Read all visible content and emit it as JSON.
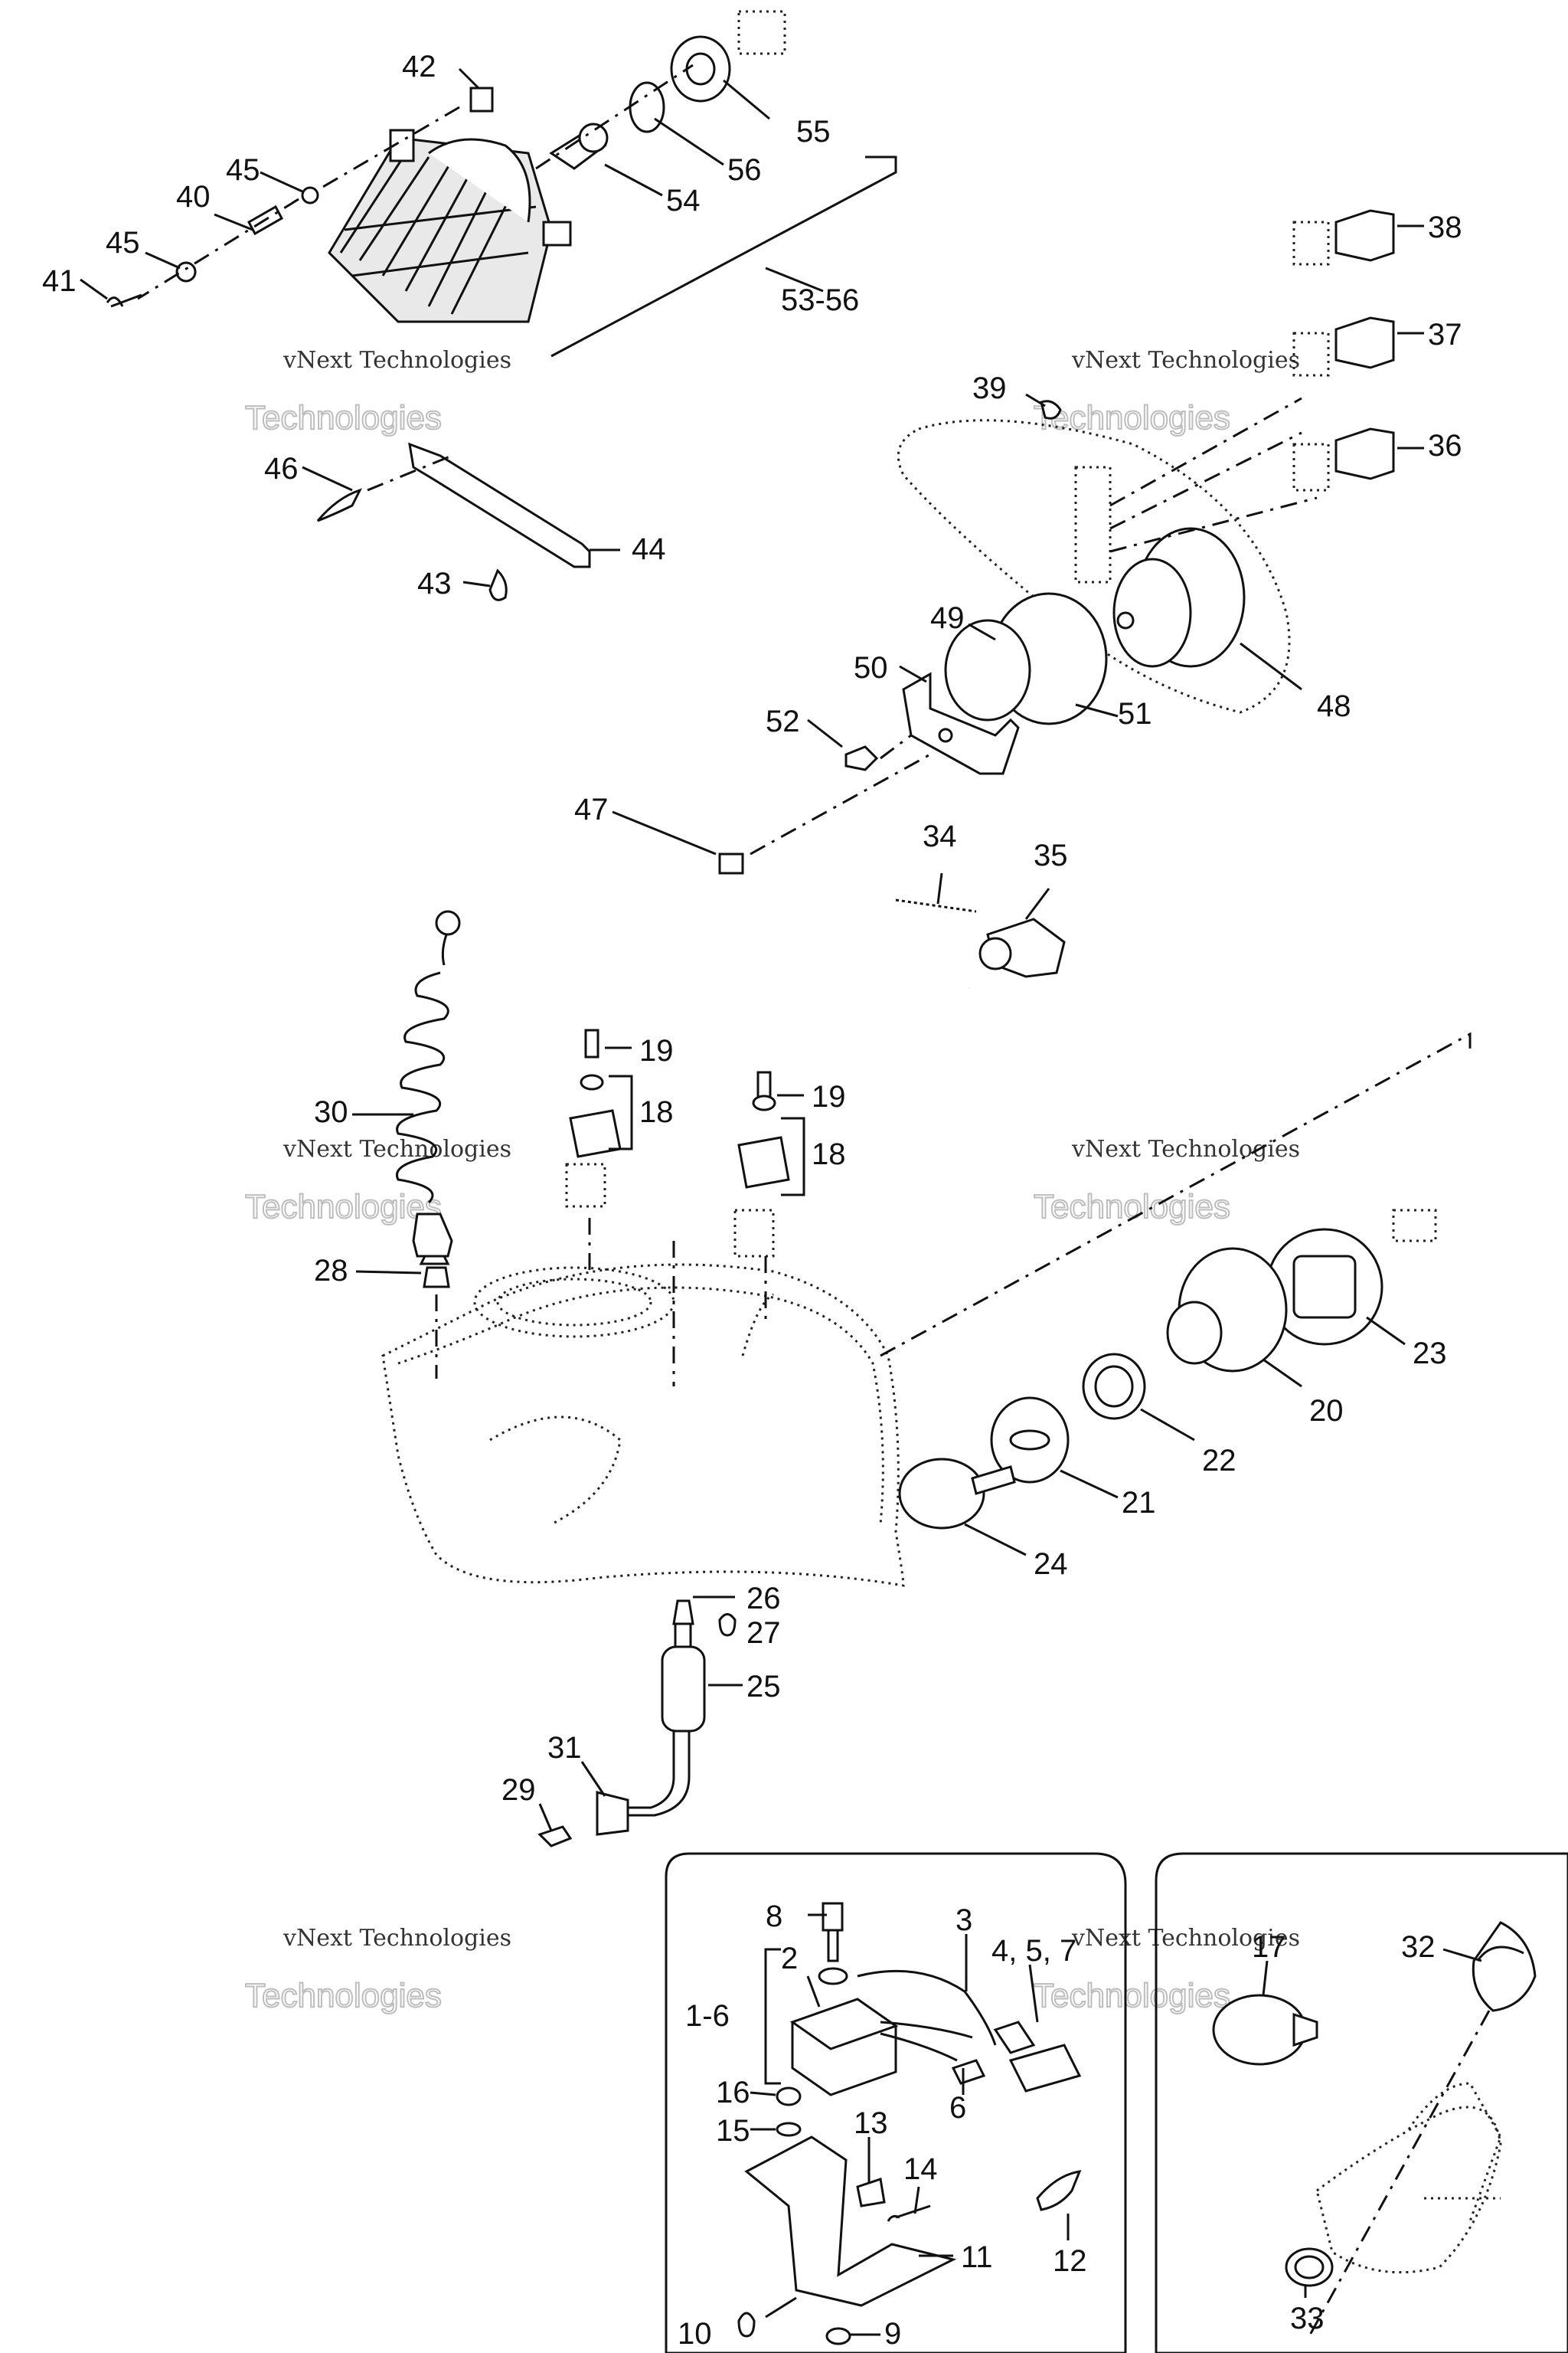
{
  "callouts": [
    "42",
    "55",
    "45",
    "40",
    "56",
    "54",
    "45",
    "41",
    "53-56",
    "38",
    "37",
    "39",
    "36",
    "46",
    "44",
    "43",
    "49",
    "50",
    "48",
    "51",
    "52",
    "47",
    "34",
    "35",
    "19",
    "30",
    "18",
    "19",
    "18",
    "28",
    "23",
    "20",
    "22",
    "21",
    "24",
    "26",
    "27",
    "25",
    "31",
    "29",
    "8",
    "3",
    "4, 5, 7",
    "2",
    "1-6",
    "6",
    "16",
    "15",
    "13",
    "14",
    "11",
    "12",
    "10",
    "9",
    "17",
    "32",
    "33"
  ],
  "watermark": {
    "line1": "vNext Technologies",
    "line2": "Technologies"
  },
  "colors": {
    "ink": "#111111",
    "watermark": "#bdbdbd",
    "background": "#ffffff"
  },
  "icons": [
    "oil-drop-icon"
  ]
}
